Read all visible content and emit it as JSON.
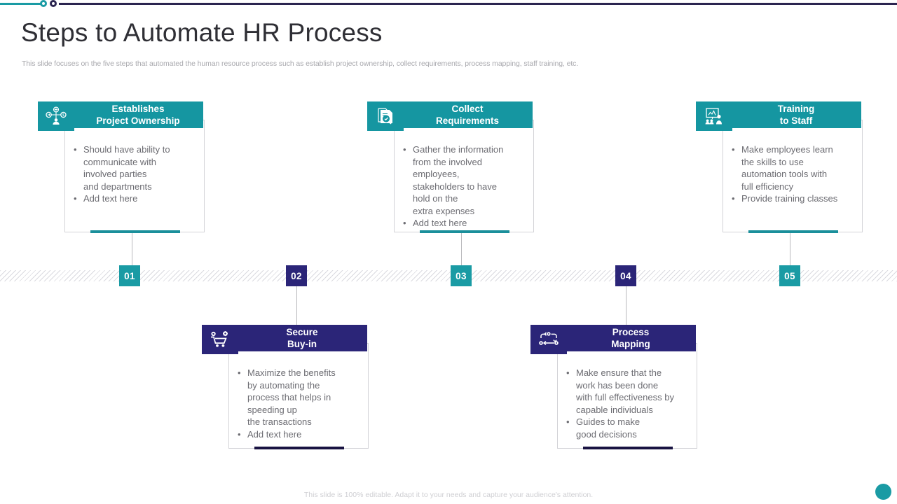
{
  "header": {
    "title": "Steps to Automate HR Process",
    "subtitle": "This slide focuses on the five steps that automated the human resource process such as establish project ownership, collect requirements, process mapping, staff training, etc."
  },
  "colors": {
    "teal": "#1596a1",
    "navy": "#2b2578",
    "teal_accent": "#1a8f9b",
    "navy_accent": "#191342",
    "body_text": "#6c6c72",
    "title_text": "#2f2f35",
    "muted": "#a9a9ae"
  },
  "timeline": {
    "badges": [
      {
        "number": "01",
        "color": "teal"
      },
      {
        "number": "02",
        "color": "navy"
      },
      {
        "number": "03",
        "color": "teal"
      },
      {
        "number": "04",
        "color": "navy"
      },
      {
        "number": "05",
        "color": "teal"
      }
    ]
  },
  "steps": [
    {
      "number": "01",
      "title_line1": "Establishes",
      "title_line2": "Project Ownership",
      "icon": "org-network-icon",
      "color": "teal",
      "position": "top",
      "bullets": [
        "Should have ability to\ncommunicate with\ninvolved parties\nand departments",
        "Add text here"
      ]
    },
    {
      "number": "02",
      "title_line1": "Secure",
      "title_line2": "Buy-in",
      "icon": "shopping-cart-icon",
      "color": "navy",
      "position": "bottom",
      "bullets": [
        "Maximize the benefits\nby automating the\nprocess that helps in\nspeeding up\nthe transactions",
        "Add text here"
      ]
    },
    {
      "number": "03",
      "title_line1": "Collect",
      "title_line2": "Requirements",
      "icon": "document-search-icon",
      "color": "teal",
      "position": "top",
      "bullets": [
        "Gather the information\nfrom the involved\nemployees,\nstakeholders to have\nhold on the\nextra expenses",
        "Add text here"
      ]
    },
    {
      "number": "04",
      "title_line1": "Process",
      "title_line2": "Mapping",
      "icon": "flow-diagram-icon",
      "color": "navy",
      "position": "bottom",
      "bullets": [
        "Make ensure that the\nwork has been done\nwith full effectiveness by\ncapable individuals",
        "Guides to make\ngood decisions"
      ]
    },
    {
      "number": "05",
      "title_line1": "Training",
      "title_line2": "to Staff",
      "icon": "presentation-training-icon",
      "color": "teal",
      "position": "top",
      "bullets": [
        "Make employees learn\nthe skills to use\nautomation tools with\nfull efficiency",
        "Provide training classes"
      ]
    }
  ],
  "footer": {
    "note": "This slide is 100% editable.  Adapt it to your needs and capture your audience's attention."
  }
}
